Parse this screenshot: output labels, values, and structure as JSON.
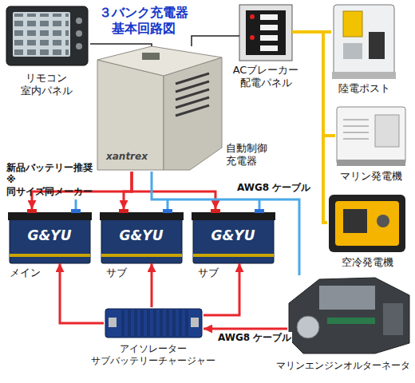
{
  "diagram": {
    "title": "３バンク充電器 基本回路図",
    "nodes": [
      {
        "text": [
          "リモコン 室内パネル"
        ]
      },
      {
        "text": [
          "ACブレーカー 配電パネル"
        ]
      },
      {
        "text": [
          "陸電ポスト"
        ]
      },
      {
        "text": [
          "自動制御 充電器"
        ]
      },
      {
        "text": [
          "マリン発電機"
        ]
      },
      {
        "text": [
          "空冷発電機"
        ]
      },
      {
        "text": [
          "メイン"
        ]
      },
      {
        "text": [
          "サブ"
        ]
      },
      {
        "text": [
          "サブ"
        ]
      },
      {
        "text": [
          "アイソレーター サブバッテリーチャージャー"
        ]
      },
      {
        "text": [
          "マリンエンジンオルターネータ"
        ]
      }
    ],
    "edges": [
      {
        "from": 0,
        "to": 3,
        "arrow": "none"
      },
      {
        "from": 3,
        "to": 1,
        "arrow": "none"
      },
      {
        "from": 1,
        "to": 2,
        "arrow": "none"
      },
      {
        "from": 1,
        "to": 4,
        "arrow": "none"
      },
      {
        "from": 1,
        "to": 5,
        "arrow": "none"
      },
      {
        "from": 3,
        "to": 6,
        "arrow": "to"
      },
      {
        "from": 3,
        "to": 7,
        "arrow": "to"
      },
      {
        "from": 3,
        "to": 8,
        "arrow": "to"
      },
      {
        "from": 3,
        "to": 10,
        "arrow": "none",
        "label": "AWG8 ケーブル"
      },
      {
        "from": 10,
        "to": 9,
        "arrow": "to",
        "label": "AWG8 ケーブル"
      },
      {
        "from": 9,
        "to": 6,
        "arrow": "to"
      },
      {
        "from": 9,
        "to": 7,
        "arrow": "to"
      },
      {
        "from": 9,
        "to": 8,
        "arrow": "to"
      }
    ],
    "labels": [
      "新品バッテリー推奨 ※同サイズ同メーカー",
      "xantrex",
      "G&YU",
      "G&YU",
      "G&YU"
    ]
  }
}
